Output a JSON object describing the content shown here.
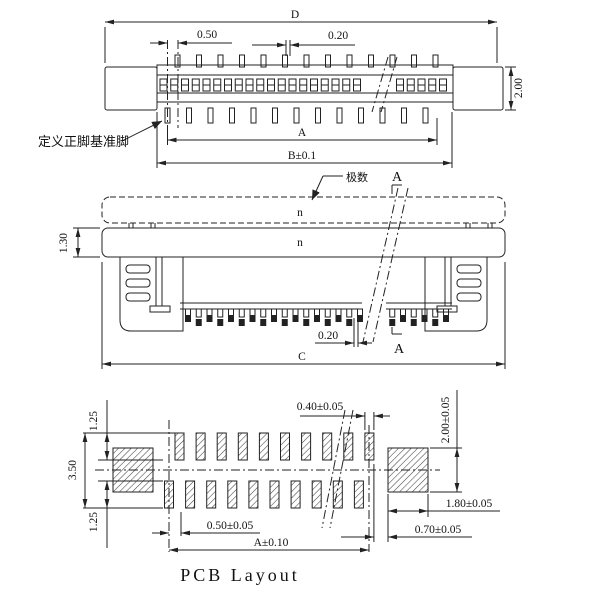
{
  "drawing": {
    "type": "engineering-drawing",
    "colors": {
      "line": "#222222",
      "text": "#111111",
      "background": "#ffffff",
      "hatch": "#444444"
    },
    "top_view": {
      "labels": {
        "overall_width": "D",
        "pin_stagger": "0.50",
        "contact_gap": "0.20",
        "end_height": "2.00",
        "pin_span": "A",
        "body_width": "B±0.1",
        "datum_note": "定义正脚基准脚"
      },
      "top_pins": 13,
      "bottom_pins": 13,
      "contacts": 27
    },
    "side_view": {
      "labels": {
        "poles_note": "极数",
        "section_letter_top": "A",
        "fpc_marker": "n",
        "body_marker": "n",
        "body_height": "1.30",
        "lead_gap": "0.20",
        "section_letter_bottom": "A",
        "overall_width": "C"
      },
      "teeth": 25
    },
    "pcb_layout": {
      "labels": {
        "top_pad_length": "1.25",
        "row_span": "3.50",
        "bottom_pad_length": "1.25",
        "pad_width": "0.40±0.05",
        "anchor_pad_height": "2.00±0.05",
        "anchor_pad_width": "1.80±0.05",
        "anchor_gap": "0.70±0.05",
        "stagger_pitch": "0.50±0.05",
        "pad_span": "A±0.10",
        "title": "PCB Layout"
      },
      "top_pads": 10,
      "bottom_pads": 10
    }
  }
}
